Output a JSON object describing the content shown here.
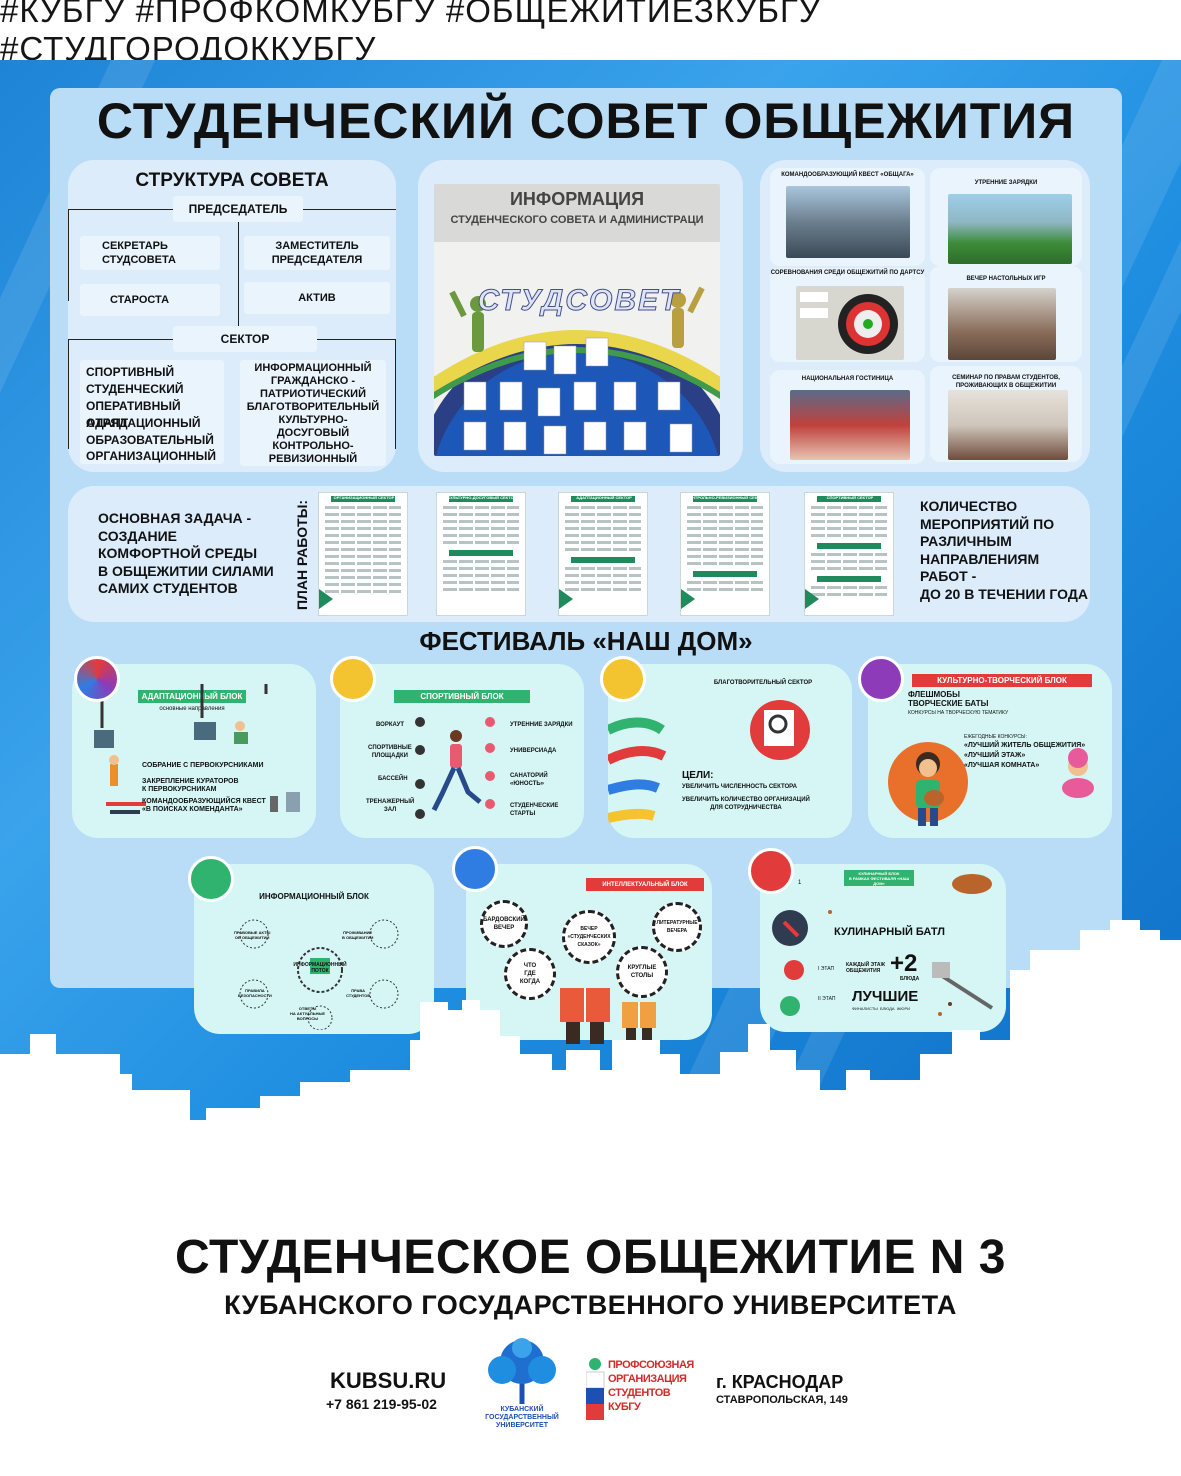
{
  "hashtags": "#КУБГУ #ПРОФКОМКУБГУ #ОБЩЕЖИТИЕЗКУБГУ #СТУДГОРОДОККУБГУ",
  "main_title": "СТУДЕНЧЕСКИЙ СОВЕТ ОБЩЕЖИТИЯ",
  "structure": {
    "title": "СТРУКТУРА СОВЕТА",
    "chairman": "ПРЕДСЕДАТЕЛЬ",
    "secretary": "СЕКРЕТАРЬ\nСТУДСОВЕТА",
    "deputy": "ЗАМЕСТИТЕЛЬ\nПРЕДСЕДАТЕЛЯ",
    "elder": "СТАРОСТА",
    "activ": "АКТИВ",
    "sector": "СЕКТОР",
    "sectors_left": [
      "СПОРТИВНЫЙ",
      "СТУДЕНЧЕСКИЙ",
      "ОПЕРАТИВНЫЙ ОТРЯД",
      "АДАПТАЦИОННЫЙ",
      "ОБРАЗОВАТЕЛЬНЫЙ",
      "ОРГАНИЗАЦИОННЫЙ"
    ],
    "sectors_right": [
      "ИНФОРМАЦИОННЫЙ",
      "ГРАЖДАНСКО -",
      "ПАТРИОТИЧЕСКИЙ",
      "БЛАГОТВОРИТЕЛЬНЫЙ",
      "КУЛЬТУРНО-",
      "ДОСУГОВЫЙ",
      "КОНТРОЛЬНО-",
      "РЕВИЗИОННЫЙ"
    ]
  },
  "board_photo": {
    "line1": "ИНФОРМАЦИЯ",
    "line2": "СТУДЕНЧЕСКОГО СОВЕТА И АДМИНИСТРАЦИ",
    "art_text": "СТУДСОВЕТ"
  },
  "events": [
    {
      "caption": "КОМАНДООБРАЗУЮЩИЙ КВЕСТ «ОБЩАГА»"
    },
    {
      "caption": "УТРЕННИЕ ЗАРЯДКИ"
    },
    {
      "caption": "СОРЕВНОВАНИЯ СРЕДИ ОБЩЕЖИТИЙ ПО ДАРТСУ"
    },
    {
      "caption": "ВЕЧЕР НАСТОЛЬНЫХ ИГР"
    },
    {
      "caption": "НАЦИОНАЛЬНАЯ ГОСТИНИЦА"
    },
    {
      "caption": "СЕМИНАР ПО ПРАВАМ СТУДЕНТОВ, ПРОЖИВАЮЩИХ В ОБЩЕЖИТИИ"
    }
  ],
  "mission": "ОСНОВНАЯ ЗАДАЧА -\nСОЗДАНИЕ\nКОМФОРТНОЙ СРЕДЫ\nВ ОБЩЕЖИТИИ СИЛАМИ\nСАМИХ СТУДЕНТОВ",
  "plan_label": "ПЛАН РАБОТЫ:",
  "plans": [
    {
      "title": "ОРГАНИЗАЦИОННЫЙ СЕКТОР"
    },
    {
      "title": "КУЛЬТУРНО-ДОСУГОВЫЙ СЕКТОР",
      "title2": "СПОРТИВНЫЙ СЕКТОР"
    },
    {
      "title": "АДАПТАЦИОННЫЙ СЕКТОР",
      "title2": "ОБРАЗОВАТЕЛЬНЫЙ СЕКТОР"
    },
    {
      "title": "КОНТРОЛЬНО-РЕВИЗИОННЫЙ СЕКТОР",
      "title2": "ИНФОРМАЦИОННЫЙ СЕКТОР"
    },
    {
      "title": "СПОРТИВНЫЙ СЕКТОР"
    }
  ],
  "events_count": "КОЛИЧЕСТВО\nМЕРОПРИЯТИЙ ПО\nРАЗЛИЧНЫМ\nНАПРАВЛЕНИЯМ\nРАБОТ -\nДО 20 В ТЕЧЕНИИ ГОДА",
  "festival_title": "ФЕСТИВАЛЬ «НАШ ДОМ»",
  "blocks": {
    "adapt": {
      "title": "АДАПТАЦИОННЫЙ БЛОК",
      "subtitle": "основные направления",
      "items": [
        "СОБРАНИЕ С ПЕРВОКУРСНИКАМИ",
        "ЗАКРЕПЛЕНИЕ КУРАТОРОВ\nК ПЕРВОКУРСНИКАМ",
        "КОМАНДООБРАЗУЮЩИЙСЯ КВЕСТ\n«В ПОИСКАХ КОМЕНДАНТА»"
      ]
    },
    "sport": {
      "title": "СПОРТИВНЫЙ БЛОК",
      "left": [
        "ВОРКАУТ",
        "СПОРТИВНЫЕ\nПЛОЩАДКИ",
        "БАССЕЙН",
        "ТРЕНАЖЕРНЫЙ\nЗАЛ"
      ],
      "right": [
        "УТРЕННИЕ ЗАРЯДКИ",
        "УНИВЕРСИАДА",
        "САНАТОРИЙ\n«ЮНОСТЬ»",
        "СТУДЕНЧЕСКИЕ\nСТАРТЫ"
      ]
    },
    "charity": {
      "title": "БЛАГОТВОРИТЕЛЬНЫЙ СЕКТОР",
      "goals_label": "ЦЕЛИ:",
      "goals": [
        "УВЕЛИЧИТЬ ЧИСЛЕННОСТЬ СЕКТОРА",
        "УВЕЛИЧИТЬ КОЛИЧЕСТВО ОРГАНИЗАЦИЙ\nДЛЯ СОТРУДНИЧЕСТВА"
      ]
    },
    "culture": {
      "title": "КУЛЬТУРНО-ТВОРЧЕСКИЙ БЛОК",
      "flash": "ФЛЕШМОБЫ\nТВОРЧЕСКИЕ БАТЫ",
      "flash_sub": "КОНКУРСЫ НА ТВОРЧЕСКУЮ ТЕМАТИКУ",
      "contests_label": "ЕЖЕГОДНЫЕ КОНКУРСЫ:",
      "contests": [
        "«ЛУЧШИЙ ЖИТЕЛЬ ОБЩЕЖИТИЯ»",
        "«ЛУЧШИЙ ЭТАЖ»",
        "«ЛУЧШАЯ КОМНАТА»"
      ]
    },
    "info": {
      "title": "ИНФОРМАЦИОННЫЙ БЛОК",
      "center": "ИНФОРМАЦИОННЫЙ\nПОТОК",
      "nodes": [
        "ПРАВОВЫЕ АКТЫ\nОБ ОБЩЕЖИТИИ",
        "ПРОЖИВАНИЕ\nВ ОБЩЕЖИТИИ",
        "ПРАВИЛА\nБЕЗОПАСНОСТИ",
        "ПРАВА\nСТУДЕНТОВ",
        "ОТВЕТЫ\nНА АКТУАЛЬНЫЕ\nВОПРОСЫ"
      ]
    },
    "intel": {
      "title": "ИНТЕЛЛЕКТУАЛЬНЫЙ БЛОК",
      "bubbles": [
        "БАРДОВСКИЙ\nВЕЧЕР",
        "ВЕЧЕР\n«СТУДЕНЧЕСКИХ\nСКАЗОК»",
        "ЛИТЕРАТУРНЫЕ\nВЕЧЕРА",
        "ЧТО\nГДЕ\nКОГДА",
        "КРУГЛЫЕ\nСТОЛЫ"
      ]
    },
    "culinary": {
      "title": "КУЛИНАРНЫЙ БЛОК\nВ РАМКАХ ФЕСТИВАЛЯ «НАШ ДОМ»",
      "step1": "1",
      "battle": "КУЛИНАРНЫЙ БАТЛ",
      "stage1": "I ЭТАП",
      "stage1_text": "КАЖДЫЙ ЭТАЖ\nОБЩЕЖИТИЯ",
      "plus": "+2",
      "plus_sub": "БЛЮДА",
      "stage2": "II ЭТАП",
      "best": "ЛУЧШИЕ",
      "best_sub": "ФИНАЛИСТЫ  БЛЮДА  ЖЮРИ"
    }
  },
  "footer": {
    "title": "СТУДЕНЧЕСКОЕ ОБЩЕЖИТИЕ N 3",
    "subtitle": "КУБАНСКОГО ГОСУДАРСТВЕННОГО УНИВЕРСИТЕТА",
    "site": "KUBSU.RU",
    "phone": "+7 861 219-95-02",
    "kubsu_logo_text": "КУБАНСКИЙ\nГОСУДАРСТВЕННЫЙ\nУНИВЕРСИТЕТ",
    "union_logo_text": "ПРОФСОЮЗНАЯ\nОРГАНИЗАЦИЯ\nСТУДЕНТОВ\nКУБГУ",
    "city": "г. КРАСНОДАР",
    "address": "СТАВРОПОЛЬСКАЯ, 149"
  },
  "colors": {
    "sky": "#2494e4",
    "board": "#b9dcf7",
    "panel": "#dcecfb",
    "teal_panel": "#d5f6f4",
    "ribbon_green": "#2fb36e",
    "ribbon_red": "#e23b3b",
    "ribbon_dark": "#2f3b4f"
  }
}
